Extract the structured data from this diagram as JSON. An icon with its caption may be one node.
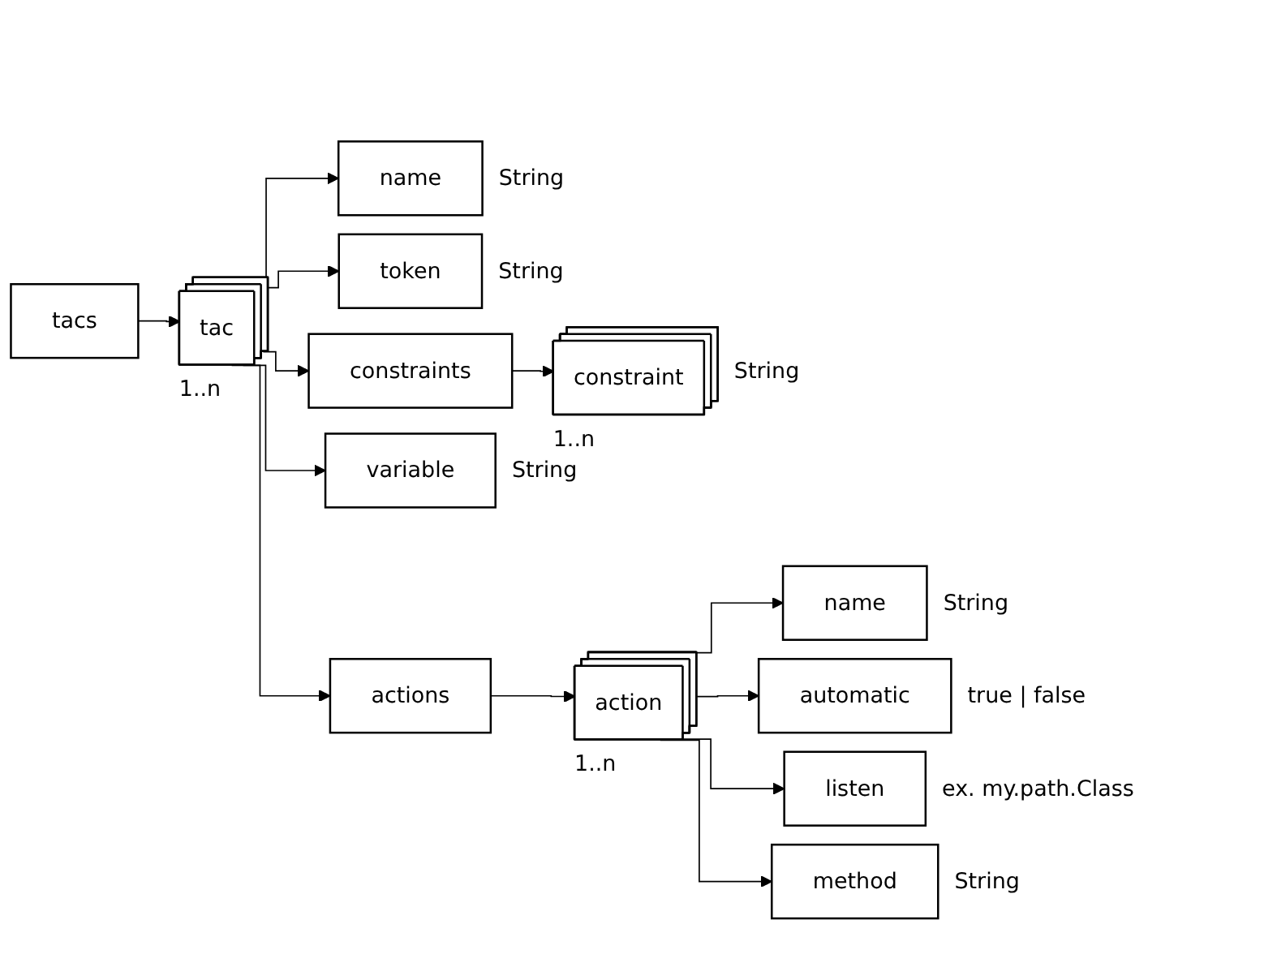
{
  "diagram": {
    "nodes": [
      {
        "text": [
          "tacs"
        ]
      },
      {
        "text": [
          "tac"
        ],
        "beside": [
          "1..n"
        ]
      },
      {
        "text": [
          "name"
        ],
        "beside": [
          "String"
        ]
      },
      {
        "text": [
          "token"
        ],
        "beside": [
          "String"
        ]
      },
      {
        "text": [
          "constraints"
        ]
      },
      {
        "text": [
          "constraint"
        ],
        "beside": [
          "String",
          "1..n"
        ]
      },
      {
        "text": [
          "variable"
        ],
        "beside": [
          "String"
        ]
      },
      {
        "text": [
          "actions"
        ]
      },
      {
        "text": [
          "action"
        ],
        "beside": [
          "1..n"
        ]
      },
      {
        "text": [
          "name"
        ],
        "beside": [
          "String"
        ]
      },
      {
        "text": [
          "automatic"
        ],
        "beside": [
          "true | false"
        ]
      },
      {
        "text": [
          "listen"
        ],
        "beside": [
          "ex. my.path.Class"
        ]
      },
      {
        "text": [
          "method"
        ],
        "beside": [
          "String"
        ]
      }
    ],
    "edges": [
      {
        "from": 0,
        "to": 1,
        "arrow": "to"
      },
      {
        "from": 1,
        "to": 2,
        "arrow": "to"
      },
      {
        "from": 1,
        "to": 3,
        "arrow": "to"
      },
      {
        "from": 1,
        "to": 4,
        "arrow": "to"
      },
      {
        "from": 1,
        "to": 6,
        "arrow": "to"
      },
      {
        "from": 1,
        "to": 7,
        "arrow": "to"
      },
      {
        "from": 4,
        "to": 5,
        "arrow": "to"
      },
      {
        "from": 7,
        "to": 8,
        "arrow": "to"
      },
      {
        "from": 8,
        "to": 9,
        "arrow": "to"
      },
      {
        "from": 8,
        "to": 10,
        "arrow": "to"
      },
      {
        "from": 8,
        "to": 11,
        "arrow": "to"
      },
      {
        "from": 8,
        "to": 12,
        "arrow": "to"
      }
    ]
  }
}
